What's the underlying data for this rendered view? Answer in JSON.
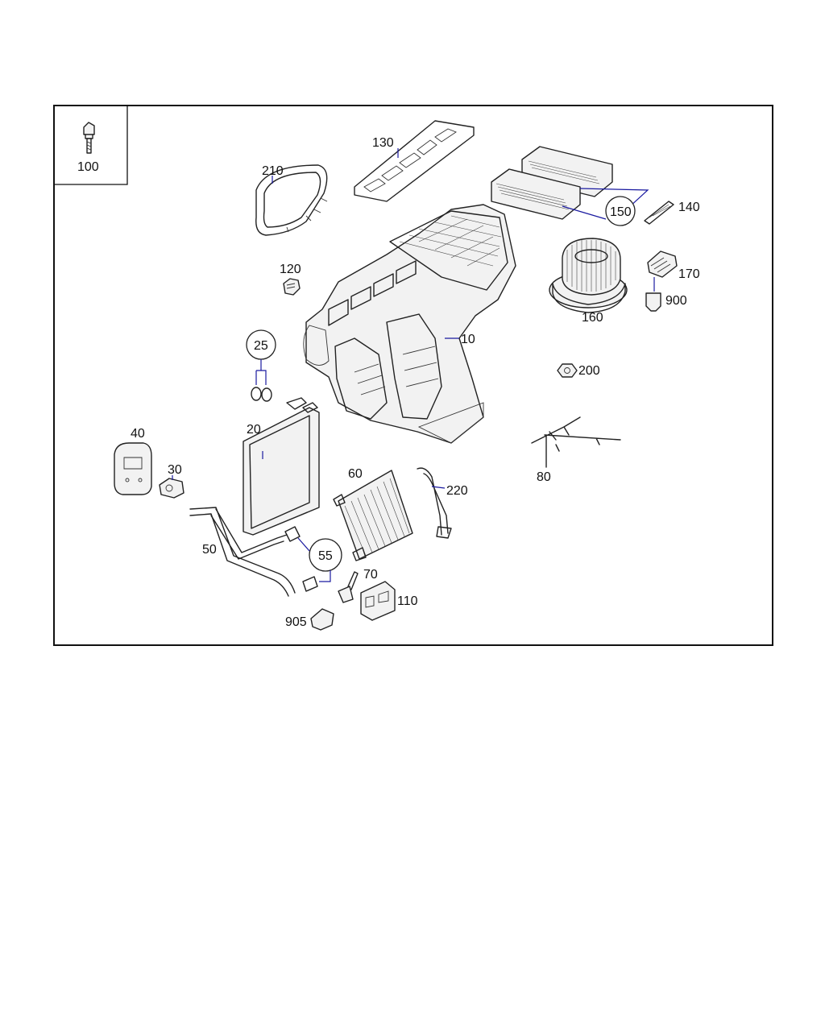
{
  "labels": {
    "p10": "10",
    "p20": "20",
    "p25": "25",
    "p30": "30",
    "p40": "40",
    "p50": "50",
    "p55": "55",
    "p60": "60",
    "p70": "70",
    "p80": "80",
    "p100": "100",
    "p110": "110",
    "p120": "120",
    "p130": "130",
    "p140": "140",
    "p150": "150",
    "p160": "160",
    "p170": "170",
    "p200": "200",
    "p210": "210",
    "p220": "220",
    "p900": "900",
    "p905": "905"
  },
  "colors": {
    "frame": "#111111",
    "leader": "#1a1aa0",
    "stroke": "#222222",
    "fill": "#f2f2f2"
  }
}
